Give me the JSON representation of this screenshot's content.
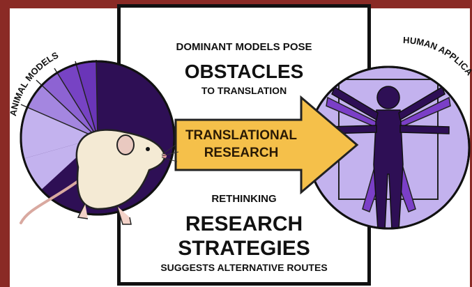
{
  "left_label": "ANIMAL MODELS",
  "right_label": "HUMAN APPLICA",
  "top_text": {
    "line1": "DOMINANT MODELS POSE",
    "line2": "OBSTACLES",
    "line3": "TO TRANSLATION"
  },
  "arrow_text": {
    "line1": "TRANSLATIONAL",
    "line2": "RESEARCH"
  },
  "bottom_text": {
    "line1": "RETHINKING",
    "line2": "RESEARCH",
    "line3": "STRATEGIES",
    "line4": "SUGGESTS ALTERNATIVE ROUTES"
  },
  "colors": {
    "background": "#8a2a25",
    "dark_purple": "#2e0f55",
    "light_purple": "#c3b2ee",
    "arrow": "#f5c04a"
  }
}
